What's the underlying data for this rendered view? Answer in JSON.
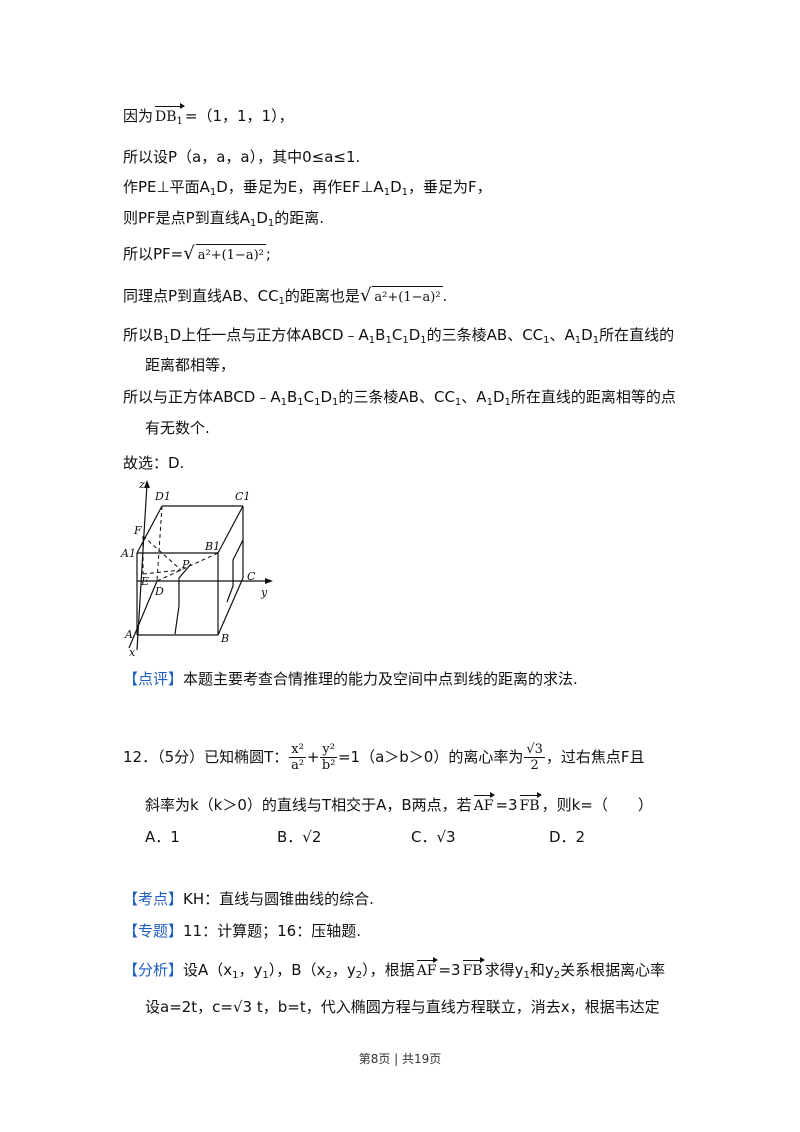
{
  "lines": {
    "l1_pre": "因为",
    "l1_vec": "DB",
    "l1_vec_sub": "1",
    "l1_post": "=（1，1，1），",
    "l2": "所以设P（a，a，a），其中0≤a≤1.",
    "l3_a": "作PE⊥平面A",
    "l3_b": "D，垂足为E，再作EF⊥A",
    "l3_c": "D",
    "l3_d": "，垂足为F，",
    "l4_a": "则PF是点P到直线A",
    "l4_b": "D",
    "l4_c": "的距离.",
    "l5_pre": "所以PF=",
    "l5_root": "a²+(1−a)²",
    "l5_post": ";",
    "l6_a": "同理点P到直线AB、CC",
    "l6_b": "的距离也是",
    "l6_root": "a²+(1−a)²",
    "l6_post": ".",
    "l7_a": "所以B",
    "l7_b": "D上任一点与正方体ABCD﹣A",
    "l7_c": "B",
    "l7_d": "C",
    "l7_e": "D",
    "l7_f": "的三条棱AB、CC",
    "l7_g": "、A",
    "l7_h": "D",
    "l7_i": "所在直线的",
    "l8": "距离都相等，",
    "l9_a": "所以与正方体ABCD﹣A",
    "l9_b": "B",
    "l9_c": "C",
    "l9_d": "D",
    "l9_e": "的三条棱AB、CC",
    "l9_f": "、A",
    "l9_g": "D",
    "l9_h": "所在直线的距离相等的点",
    "l10": "有无数个.",
    "l11": "故选：D.",
    "sub1": "1"
  },
  "figure": {
    "labels": {
      "z": "z",
      "D1": "D1",
      "C1": "C1",
      "F": "F",
      "A1": "A1",
      "B1": "B1",
      "P": "P",
      "E": "E",
      "C": "C",
      "D": "D",
      "y": "y",
      "A": "A",
      "B": "B",
      "x": "x"
    }
  },
  "review": {
    "tag": "【点评】",
    "text": "本题主要考查合情推理的能力及空间中点到线的距离的求法."
  },
  "q12": {
    "head": "12．（5分）已知椭圆T：",
    "num_x": "x²",
    "den_a": "a²",
    "plus": "+",
    "num_y": "y²",
    "den_b": "b²",
    "eq": "=1（a＞b＞0）的离心率为",
    "frac_num": "√3",
    "frac_den": "2",
    "tail": "，过右焦点F且",
    "line2_a": "斜率为k（k＞0）的直线与T相交于A，B两点，若",
    "line2_vec1": "AF",
    "line2_eq": "=3",
    "line2_vec2": "FB",
    "line2_b": "，则k=（　　）",
    "options": [
      {
        "label": "A．1"
      },
      {
        "label": "B．√2"
      },
      {
        "label": "C．√3"
      },
      {
        "label": "D．2"
      }
    ]
  },
  "kaodian": {
    "tag": "【考点】",
    "text": "KH：直线与圆锥曲线的综合."
  },
  "zhuanti": {
    "tag": "【专题】",
    "text": "11：计算题；16：压轴题."
  },
  "fenxi": {
    "tag": "【分析】",
    "a": "设A（x",
    "b": "，y",
    "c": "），B（x",
    "d": "，y",
    "e": "），根据",
    "vec1": "AF",
    "eq": "=3",
    "vec2": "FB",
    "f": "求得y",
    "g": "和y",
    "h": "关系根据离心率",
    "sub1": "1",
    "sub2": "2",
    "line2": "设a=2t，c=√3 t，b=t，代入椭圆方程与直线方程联立，消去x，根据韦达定"
  },
  "footer": "第8页 | 共19页"
}
